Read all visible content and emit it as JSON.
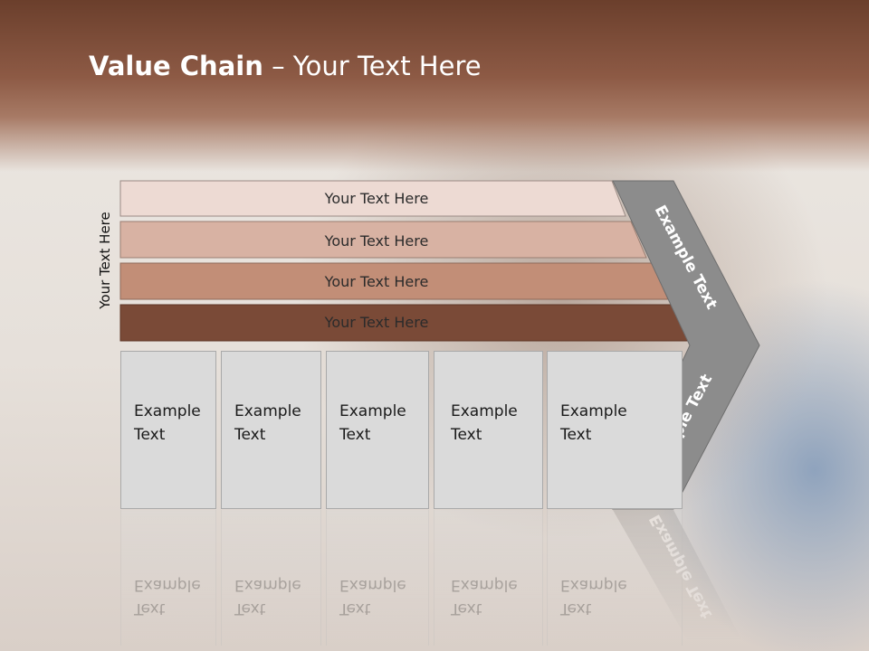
{
  "title": {
    "bold": "Value Chain",
    "rest": " – Your Text Here"
  },
  "vertical_label": "Your Text Here",
  "bars": [
    {
      "label": "Your Text Here",
      "color": "#eddad3"
    },
    {
      "label": "Your Text Here",
      "color": "#d8b2a3"
    },
    {
      "label": "Your Text Here",
      "color": "#c28e77"
    },
    {
      "label": "Your Text Here",
      "color": "#7a4a37"
    }
  ],
  "boxes": [
    {
      "line1": "Example",
      "line2": "Text"
    },
    {
      "line1": "Example",
      "line2": "Text"
    },
    {
      "line1": "Example",
      "line2": "Text"
    },
    {
      "line1": "Example",
      "line2": "Text"
    },
    {
      "line1": "Example",
      "line2": "Text"
    }
  ],
  "chevron": {
    "upper_label": "Example Text",
    "lower_label": "Example Text",
    "color": "#8c8c8c"
  }
}
